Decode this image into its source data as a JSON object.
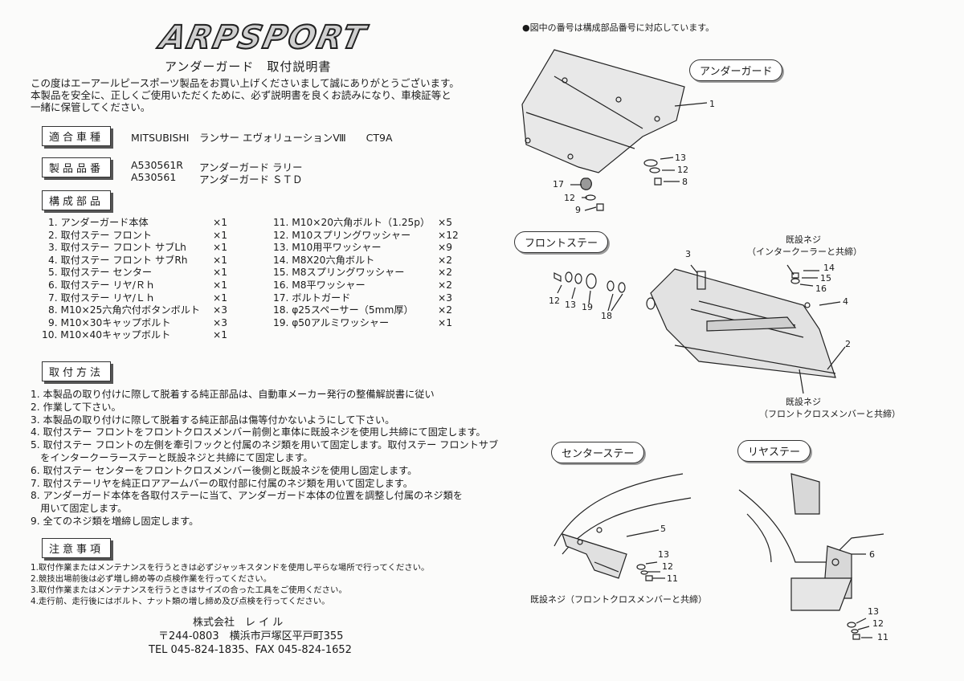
{
  "header": {
    "brand": "ARPSPORT",
    "title": "アンダーガード　取付説明書",
    "intro": "この度はエーアールピースポーツ製品をお買い上げくださいまして誠にありがとうございます。\n本製品を安全に、正しくご使用いただくために、必ず説明書を良くお読みになり、車検証等と\n一緒に保管してください。"
  },
  "vehicle": {
    "label": "適合車種",
    "value": "MITSUBISHI　ランサー エヴォリューションⅧ　　CT9A"
  },
  "product": {
    "label": "製品品番",
    "codes": [
      {
        "code": "A530561R",
        "name": "アンダーガード ラリー"
      },
      {
        "code": "A530561",
        "name": "アンダーガード ＳＴＤ"
      }
    ]
  },
  "parts": {
    "label": "構成部品",
    "left": [
      {
        "name": "1. アンダーガード本体",
        "qty": "×1"
      },
      {
        "name": "2. 取付ステー フロント",
        "qty": "×1"
      },
      {
        "name": "3. 取付ステー フロント サブLh",
        "qty": "×1"
      },
      {
        "name": "4. 取付ステー フロント サブRh",
        "qty": "×1"
      },
      {
        "name": "5. 取付ステー センター",
        "qty": "×1"
      },
      {
        "name": "6. 取付ステー リヤ/Ｒｈ",
        "qty": "×1"
      },
      {
        "name": "7. 取付ステー リヤ/Ｌｈ",
        "qty": "×1"
      },
      {
        "name": "8. M10×25六角穴付ボタンボルト",
        "qty": "×3"
      },
      {
        "name": "9. M10×30キャップボルト",
        "qty": "×3"
      },
      {
        "name": "10. M10×40キャップボルト",
        "qty": "×1"
      }
    ],
    "right": [
      {
        "name": "11. M10×20六角ボルト（1.25p）",
        "qty": "×5"
      },
      {
        "name": "12. M10スプリングワッシャー",
        "qty": "×12"
      },
      {
        "name": "13. M10用平ワッシャー",
        "qty": "×9"
      },
      {
        "name": "14. M8X20六角ボルト",
        "qty": "×2"
      },
      {
        "name": "15. M8スプリングワッシャー",
        "qty": "×2"
      },
      {
        "name": "16. M8平ワッシャー",
        "qty": "×2"
      },
      {
        "name": "17. ボルトガード",
        "qty": "×3"
      },
      {
        "name": "18. φ25スペーサー（5mm厚）",
        "qty": "×2"
      },
      {
        "name": "19. φ50アルミワッシャー",
        "qty": "×1"
      }
    ]
  },
  "method": {
    "label": "取付方法",
    "steps": [
      "1. 本製品の取り付けに際して脱着する純正部品は、自動車メーカー発行の整備解説書に従い",
      "2. 作業して下さい。",
      "3. 本製品の取り付けに際して脱着する純正部品は傷等付かないようにして下さい。",
      "4. 取付ステー フロントをフロントクロスメンバー前側と車体に既設ネジを使用し共締にて固定します。",
      "5. 取付ステー フロントの左側を牽引フックと付属のネジ類を用いて固定します。取付ステー フロントサブ",
      "　をインタークーラーステーと既設ネジと共締にて固定します。",
      "6. 取付ステー センターをフロントクロスメンバー後側と既設ネジを使用し固定します。",
      "7. 取付ステーリヤを純正ロアアームバーの取付部に付属のネジ類を用いて固定します。",
      "8. アンダーガード本体を各取付ステーに当て、アンダーガード本体の位置を調整し付属のネジ類を",
      "　用いて固定します。",
      "9. 全てのネジ類を増締し固定します。"
    ]
  },
  "notes": {
    "label": "注意事項",
    "items": [
      "1.取付作業またはメンテナンスを行うときは必ずジャッキスタンドを使用し平らな場所で行ってください。",
      "2.競技出場前後は必ず増し締め等の点検作業を行ってください。",
      "3.取付作業またはメンテナンスを行うときはサイズの合った工具をご使用ください。",
      "4.走行前、走行後にはボルト、ナット類の増し締め及び点検を行ってください。"
    ]
  },
  "company": {
    "name": "株式会社　レ イ ル",
    "address": "〒244-0803　横浜市戸塚区平戸町355",
    "tel": "TEL 045-824-1835、FAX 045-824-1652"
  },
  "diagrams": {
    "top_note": "●図中の番号は構成部品番号に対応しています。",
    "under_guard": "アンダーガード",
    "front_stay": "フロントステー",
    "center_stay": "センターステー",
    "rear_stay": "リヤステー",
    "existing_screw": "既設ネジ",
    "intercooler_note": "（インタークーラーと共締）",
    "cross_member_note": "（フロントクロスメンバーと共締）",
    "center_note": "既設ネジ（フロントクロスメンバーと共締）",
    "numbers": {
      "n1": "1",
      "n2": "2",
      "n3": "3",
      "n4": "4",
      "n5": "5",
      "n6": "6",
      "n8": "8",
      "n9": "9",
      "n11": "11",
      "n12": "12",
      "n13": "13",
      "n14": "14",
      "n15": "15",
      "n16": "16",
      "n17": "17",
      "n18": "18",
      "n19": "19"
    }
  }
}
